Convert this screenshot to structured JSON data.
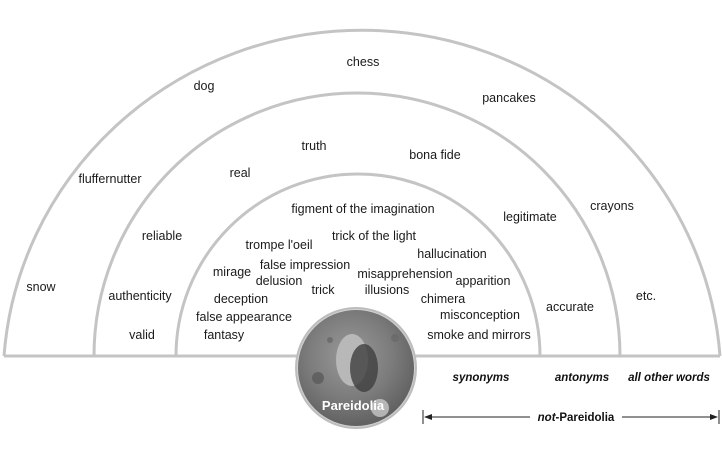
{
  "center": {
    "label": "Pareidolia"
  },
  "synonyms": [
    "figment of the imagination",
    "trompe l'oeil",
    "trick of the light",
    "hallucination",
    "mirage",
    "false impression",
    "delusion",
    "misapprehension",
    "apparition",
    "deception",
    "trick",
    "illusions",
    "chimera",
    "misconception",
    "false appearance",
    "fantasy",
    "smoke and mirrors"
  ],
  "antonyms": [
    "truth",
    "real",
    "bona fide",
    "reliable",
    "legitimate",
    "authenticity",
    "accurate",
    "valid"
  ],
  "other_words": [
    "chess",
    "dog",
    "pancakes",
    "fluffernutter",
    "crayons",
    "snow",
    "etc."
  ],
  "band_labels": {
    "synonyms": "synonyms",
    "antonyms": "antonyms",
    "other": "all other words"
  },
  "not_label": {
    "prefix": "not",
    "suffix": "-Pareidolia"
  },
  "colors": {
    "arc": "#c4c4c4",
    "text": "#1a1a1a"
  }
}
